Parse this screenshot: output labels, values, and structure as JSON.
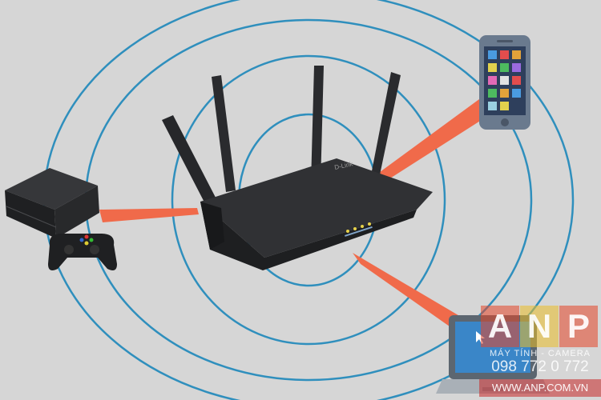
{
  "image": {
    "description": "",
    "router": {
      "brand_label": "D-Link",
      "led_count": 4
    },
    "devices": [
      "game-console",
      "smartphone",
      "laptop"
    ],
    "colors": {
      "background": "#d6d6d6",
      "signal_ring": "#2f8fbd",
      "beam": "#f06a4a",
      "device_dark": "#2b2b2d"
    }
  },
  "watermark": {
    "letters": [
      "A",
      "N",
      "P"
    ],
    "tagline": "MÁY TÍNH - CAMERA",
    "phone": "098 772 0 772",
    "website": "WWW.ANP.COM.VN"
  }
}
